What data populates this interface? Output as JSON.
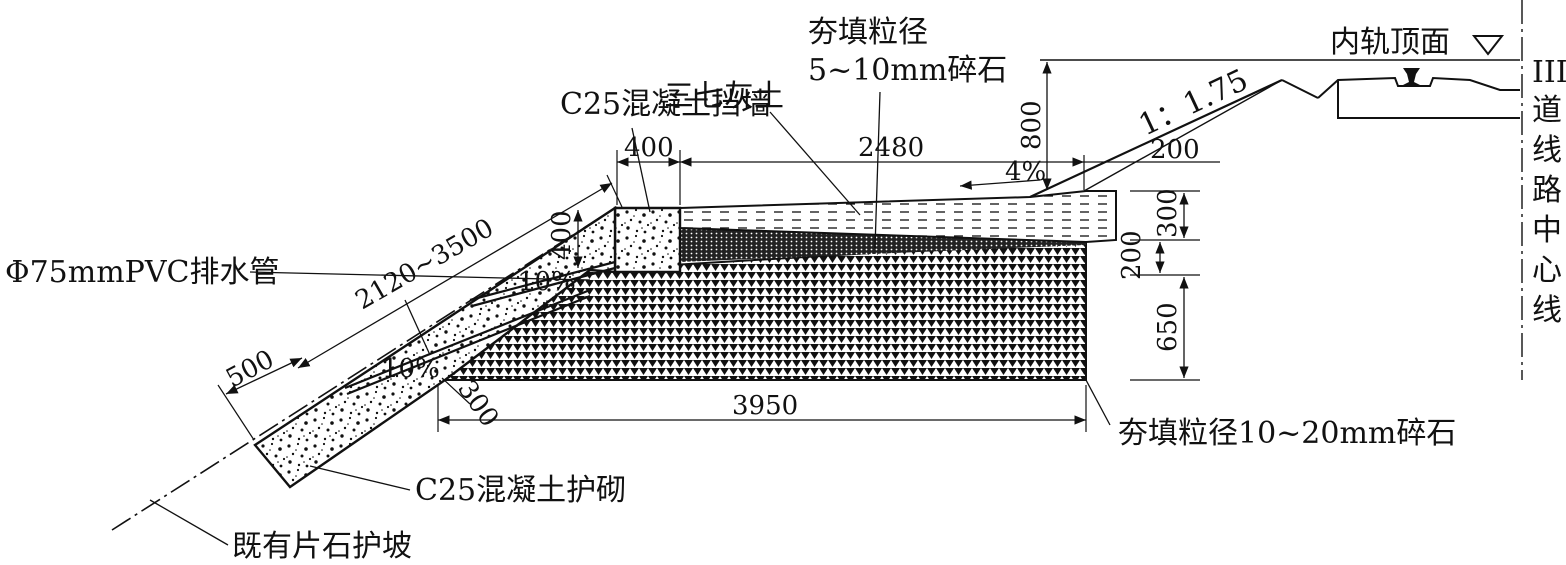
{
  "labels": {
    "fill_top_1": "夯填粒径",
    "fill_top_2": "5~10mm碎石",
    "lime_soil": "三七灰土",
    "retaining_wall": "C25混凝土挡墙",
    "rail_top": "内轨顶面",
    "slope_ratio": "1：1.75",
    "pipe": "Φ75mmPVC排水管",
    "fill_bottom": "夯填粒径10~20mm碎石",
    "protection": "C25混凝土护砌",
    "existing_slope": "既有片石护坡"
  },
  "line_label": {
    "line_no": "III",
    "chars": [
      "道",
      "线",
      "路",
      "中",
      "心",
      "线"
    ]
  },
  "dims": {
    "d400": "400",
    "d2480": "2480",
    "d200_top": "200",
    "d4pct": "4%",
    "d800": "800",
    "d300_right": "300",
    "d200_right": "200",
    "d650": "650",
    "d3950": "3950",
    "d300_bottom": "300",
    "d500": "500",
    "d2120_3500": "2120~3500",
    "d400_wall": "400",
    "pct10_upper": "10%",
    "pct10_lower": "10%"
  }
}
